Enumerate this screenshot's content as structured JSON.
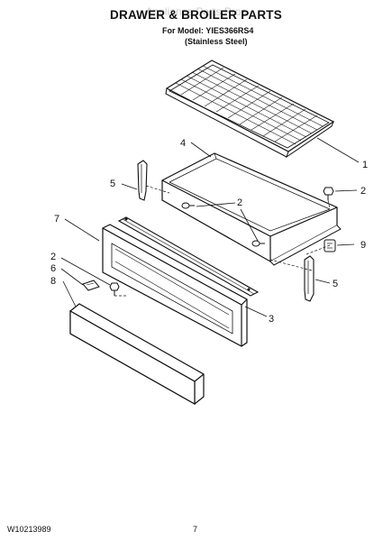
{
  "header": {
    "watermark": "Appliance Parts Pros",
    "title": "DRAWER & BROILER PARTS",
    "model_line": "For Model: YIES366RS4",
    "finish_line": "(Stainless Steel)"
  },
  "footer": {
    "doc_number": "W10213989",
    "page_number": "7"
  },
  "callouts": {
    "c1": "1",
    "c2a": "2",
    "c2b": "2",
    "c2c": "2",
    "c3": "3",
    "c4": "4",
    "c5a": "5",
    "c5b": "5",
    "c6": "6",
    "c7": "7",
    "c8": "8",
    "c9": "9"
  }
}
